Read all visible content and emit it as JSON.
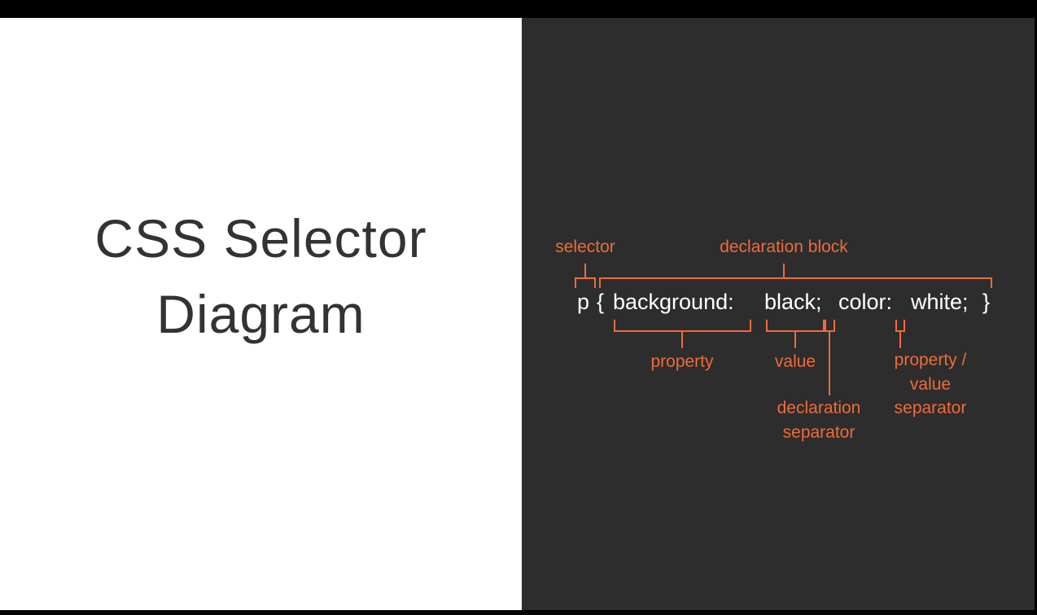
{
  "title": {
    "line1": "CSS Selector",
    "line2": "Diagram"
  },
  "code": {
    "selector": "p",
    "open_brace": "{",
    "property1": "background:",
    "value1": "black;",
    "property2": "color:",
    "value2": "white;",
    "close_brace": "}"
  },
  "labels": {
    "selector": "selector",
    "declaration_block": "declaration block",
    "property": "property",
    "value": "value",
    "declaration_separator_1": "declaration",
    "declaration_separator_2": "separator",
    "pv_separator_1": "property /",
    "pv_separator_2": "value",
    "pv_separator_3": "separator"
  },
  "colors": {
    "accent": "#ef6b3a",
    "panel_dark": "#2d2d2d",
    "code_text": "#ffffff",
    "title_text": "#333333"
  }
}
